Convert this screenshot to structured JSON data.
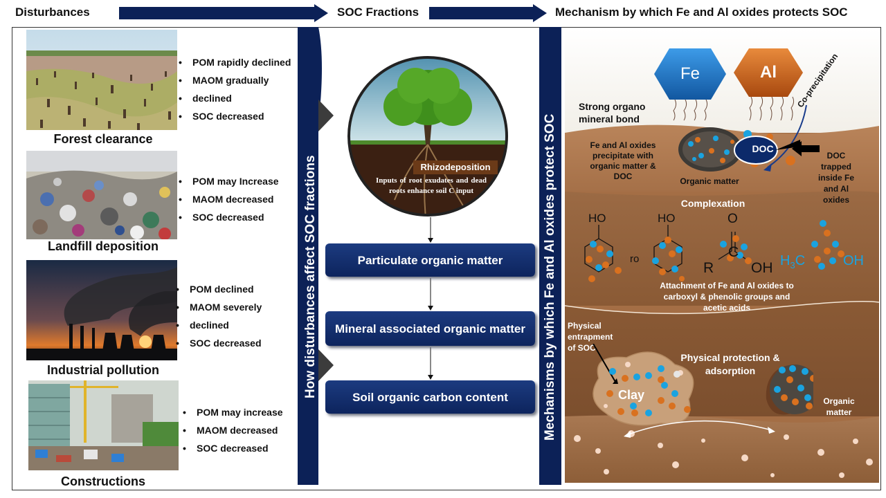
{
  "header": {
    "disturbances": "Disturbances",
    "soc_fractions": "SOC Fractions",
    "mechanism": "Mechanism by which Fe and Al oxides protects SOC"
  },
  "disturbances": [
    {
      "caption": "Forest clearance",
      "effects": [
        "POM rapidly declined",
        "MAOM gradually",
        "declined",
        "SOC decreased"
      ]
    },
    {
      "caption": "Landfill deposition",
      "effects": [
        "POM may  Increase",
        "MAOM decreased",
        "SOC decreased"
      ]
    },
    {
      "caption": "Industrial pollution",
      "effects": [
        "POM declined",
        "MAOM severely",
        "declined",
        "SOC decreased"
      ]
    },
    {
      "caption": "Constructions",
      "effects": [
        "POM may  increase",
        "MAOM decreased",
        "SOC decreased"
      ]
    }
  ],
  "left_bar_label": "How disturbances affect SOC fractions",
  "right_bar_label": "Mechanisms by which Fe and Al oxides protect SOC",
  "tree": {
    "title": "Rhizodeposition",
    "text": "Inputs of root exudates and dead roots enhance soil C input"
  },
  "fractions": {
    "pom": "Particulate organic matter",
    "maom": "Mineral associated organic matter",
    "soc": "Soil organic carbon content"
  },
  "mechanism": {
    "fe": "Fe",
    "al": "Al",
    "co_precipitation": "Co-precipitation",
    "strong_bond": "Strong organo mineral bond",
    "precipitate": "Fe and Al oxides precipitate with organic matter & DOC",
    "doc": "DOC",
    "organic_matter": "Organic matter",
    "doc_trapped": "DOC trapped inside Fe and Al oxides",
    "complexation": "Complexation",
    "attachment": "Attachment of Fe and Al oxides to carboxyl & phenolic groups and acetic acids",
    "physical_entrapment": "Physical entrapment of SOC",
    "physical_protection": "Physical protection & adsorption",
    "clay": "Clay",
    "organic_matter_2": "Organic matter"
  },
  "chem": {
    "ho1": "HO",
    "ho2": "HO",
    "o_atom": "O",
    "r": "R",
    "c": "C",
    "oh1": "OH",
    "oh2": "OH",
    "ch3": "H",
    "ch3_sub": "3",
    "ch3_c": "C",
    "ro": "ro"
  },
  "colors": {
    "navy": "#0c2157",
    "fe_blue": "#1f74c4",
    "al_orange": "#d26b1c",
    "soil": "#8a5a35",
    "cyan_dot": "#1aa3e0",
    "orange_dot": "#d9711f"
  }
}
